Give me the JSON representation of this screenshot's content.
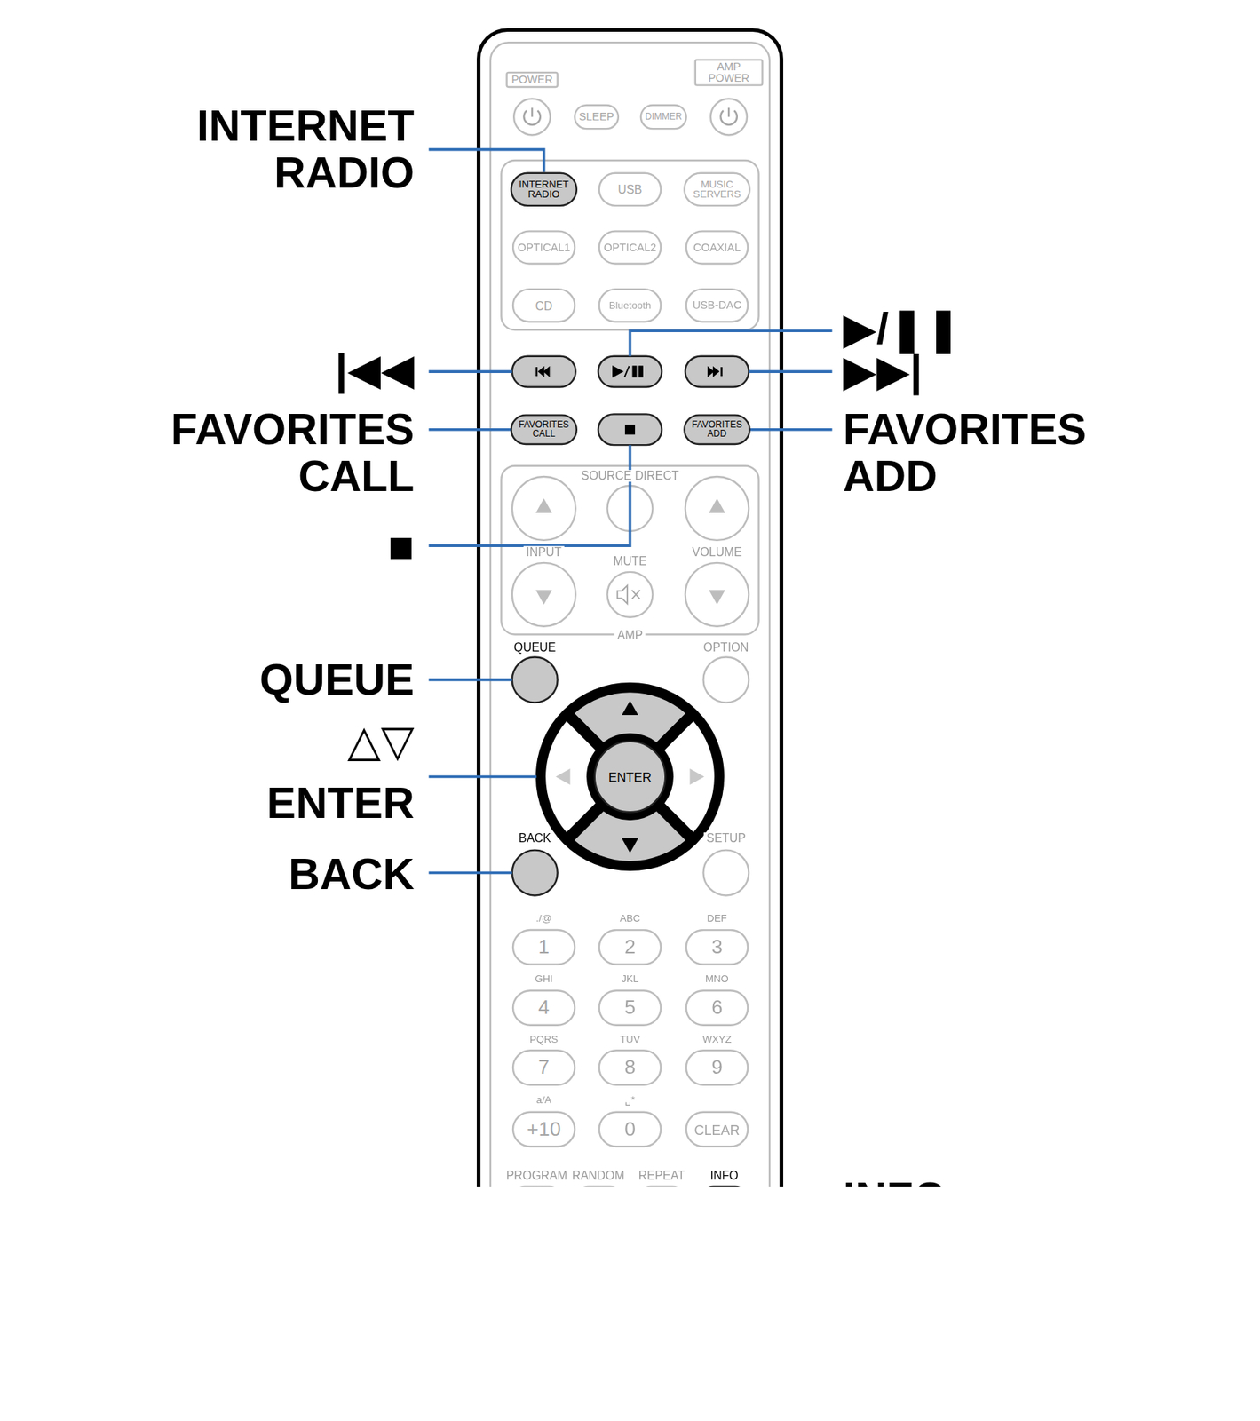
{
  "diagram": {
    "nodes": [
      {
        "text": [
          "POWER"
        ]
      },
      {
        "text": [
          "AMP POWER"
        ]
      },
      {
        "text": [
          "SLEEP"
        ]
      },
      {
        "text": [
          "DIMMER"
        ]
      },
      {
        "text": [
          "INTERNET RADIO"
        ]
      },
      {
        "text": [
          "USB"
        ]
      },
      {
        "text": [
          "MUSIC SERVERS"
        ]
      },
      {
        "text": [
          "OPTICAL1"
        ]
      },
      {
        "text": [
          "OPTICAL2"
        ]
      },
      {
        "text": [
          "COAXIAL"
        ]
      },
      {
        "text": [
          "CD"
        ]
      },
      {
        "text": [
          "Bluetooth"
        ]
      },
      {
        "text": [
          "USB-DAC"
        ]
      },
      {
        "text": [
          "FAVORITES CALL"
        ]
      },
      {
        "text": [
          "FAVORITES ADD"
        ]
      },
      {
        "text": [
          "ENTER"
        ]
      },
      {
        "text": [
          "1"
        ]
      },
      {
        "text": [
          "2"
        ]
      },
      {
        "text": [
          "3"
        ]
      },
      {
        "text": [
          "4"
        ]
      },
      {
        "text": [
          "5"
        ]
      },
      {
        "text": [
          "6"
        ]
      },
      {
        "text": [
          "7"
        ]
      },
      {
        "text": [
          "8"
        ]
      },
      {
        "text": [
          "9"
        ]
      },
      {
        "text": [
          "+10"
        ]
      },
      {
        "text": [
          "0"
        ]
      },
      {
        "text": [
          "CLEAR"
        ]
      }
    ],
    "labels": [
      "SOURCE DIRECT",
      "INPUT",
      "MUTE",
      "VOLUME",
      "AMP",
      "QUEUE",
      "OPTION",
      "BACK",
      "SETUP",
      "./@",
      "ABC",
      "DEF",
      "GHI",
      "JKL",
      "MNO",
      "PQRS",
      "TUV",
      "WXYZ",
      "a/A",
      "␣*",
      "PROGRAM",
      "RANDOM",
      "REPEAT",
      "INFO",
      "INTERNET RADIO",
      "▶/❚❚",
      "|◀◀",
      "▶▶|",
      "FAVORITES CALL",
      "FAVORITES ADD",
      "■",
      "QUEUE",
      "△▽",
      "ENTER",
      "BACK",
      "INFO"
    ]
  }
}
